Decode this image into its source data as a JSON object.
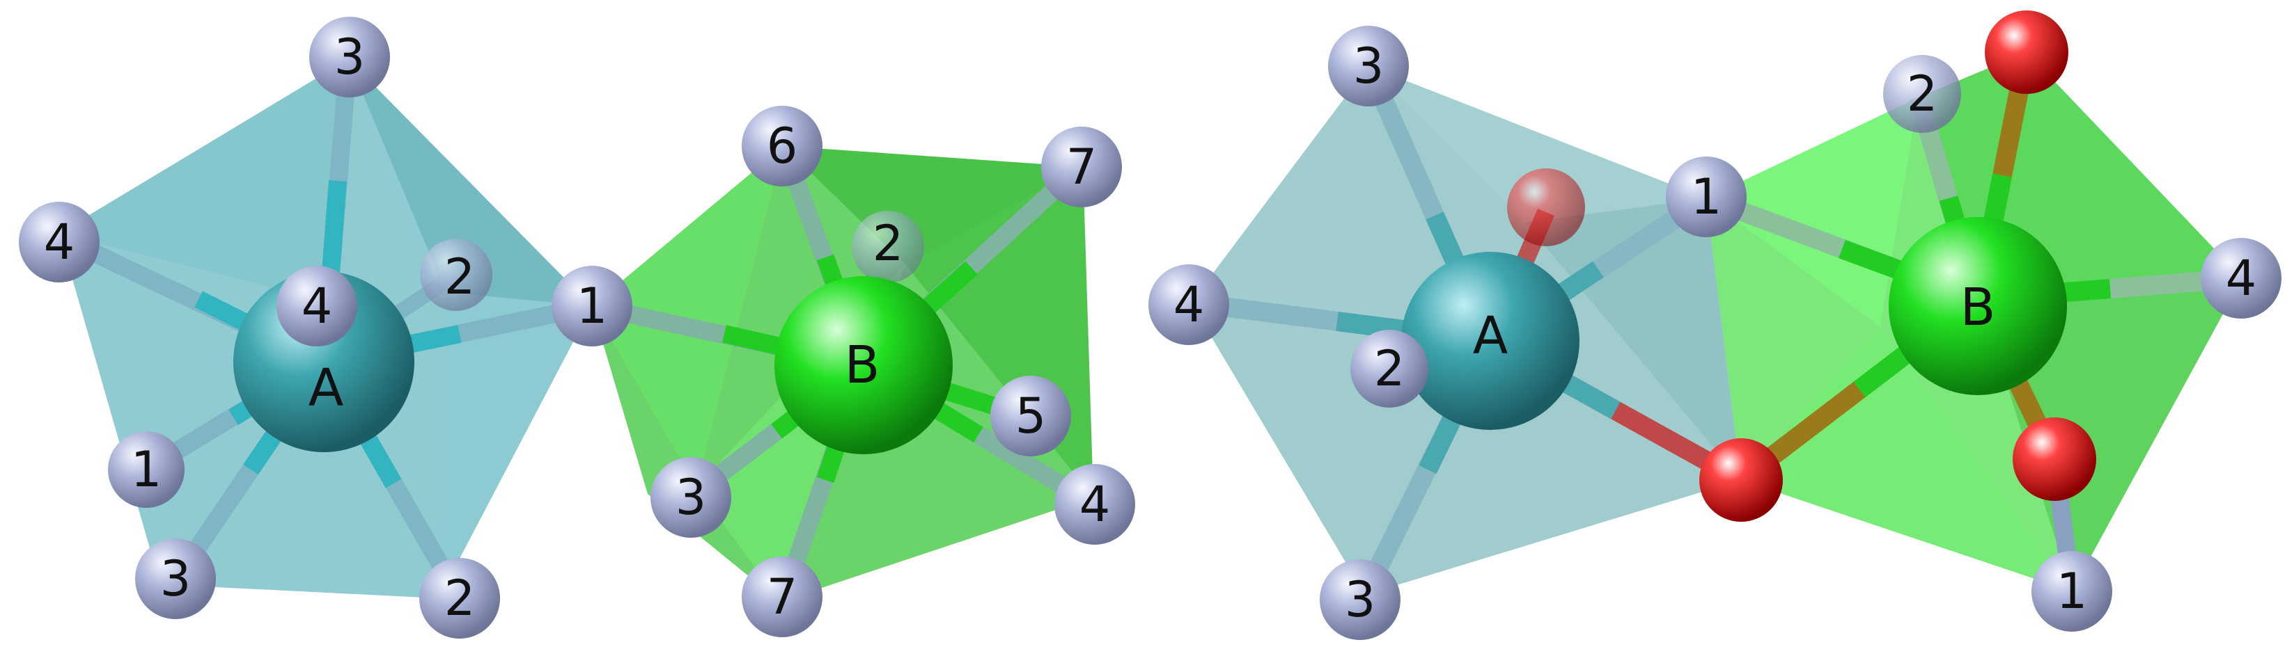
{
  "colors": {
    "site_a": "#3aa3ad",
    "site_b": "#1fe01f",
    "ligand": "#a9b2d6",
    "oxygen": "#e81414",
    "poly_a": "#6fbcc4",
    "poly_b": "#49d049"
  },
  "panels": [
    {
      "id": "left",
      "atoms": {
        "A": {
          "label": "A"
        },
        "B": {
          "label": "B"
        },
        "a3": {
          "label": "3"
        },
        "a4o": {
          "label": "4"
        },
        "a4i": {
          "label": "4"
        },
        "a2i": {
          "label": "2"
        },
        "a1": {
          "label": "1"
        },
        "a3b": {
          "label": "3"
        },
        "a2b": {
          "label": "2"
        },
        "s1": {
          "label": "1"
        },
        "b6": {
          "label": "6"
        },
        "b7t": {
          "label": "7"
        },
        "b2": {
          "label": "2"
        },
        "b5": {
          "label": "5"
        },
        "b3": {
          "label": "3"
        },
        "b4": {
          "label": "4"
        },
        "b7b": {
          "label": "7"
        }
      }
    },
    {
      "id": "right",
      "atoms": {
        "A": {
          "label": "A"
        },
        "B": {
          "label": "B"
        },
        "a3t": {
          "label": "3"
        },
        "a4": {
          "label": "4"
        },
        "a2": {
          "label": "2"
        },
        "a3b": {
          "label": "3"
        },
        "s1": {
          "label": "1"
        },
        "b2": {
          "label": "2"
        },
        "b4": {
          "label": "4"
        },
        "b1": {
          "label": "1"
        }
      }
    }
  ]
}
